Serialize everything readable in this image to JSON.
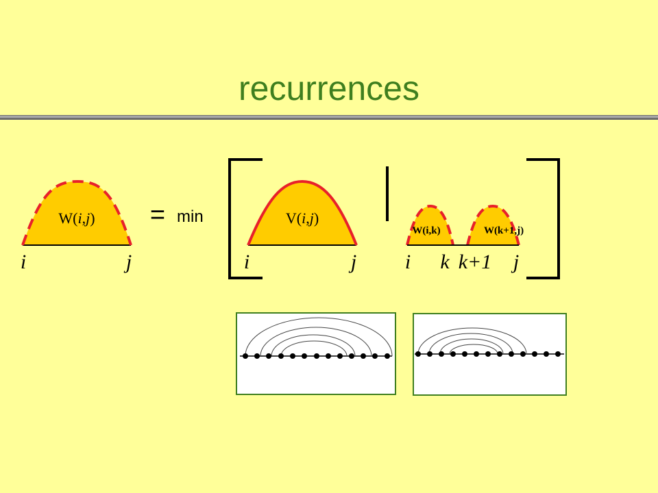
{
  "title": "recurrences",
  "lhs": {
    "label_fn": "W(",
    "label_i": "i",
    "label_comma": ",",
    "label_j": "j",
    "label_close": ")",
    "left": "i",
    "right": "j"
  },
  "operator": {
    "equals": "=",
    "min": "min"
  },
  "option_v": {
    "label_fn": "V(",
    "label_i": "i",
    "label_comma": ",",
    "label_j": "j",
    "label_close": ")",
    "left": "i",
    "right": "j"
  },
  "option_split": {
    "left_label": "W(i,k)",
    "right_label": "W(k+1,j)",
    "ticks": [
      "i",
      "k",
      "k+1",
      "j"
    ]
  },
  "colors": {
    "background": "#FFFF99",
    "title": "#3F7F1F",
    "fill": "#FFCC00",
    "dash": "#E8202A",
    "rule": "#555555",
    "panel_border": "#3F7F1F"
  }
}
